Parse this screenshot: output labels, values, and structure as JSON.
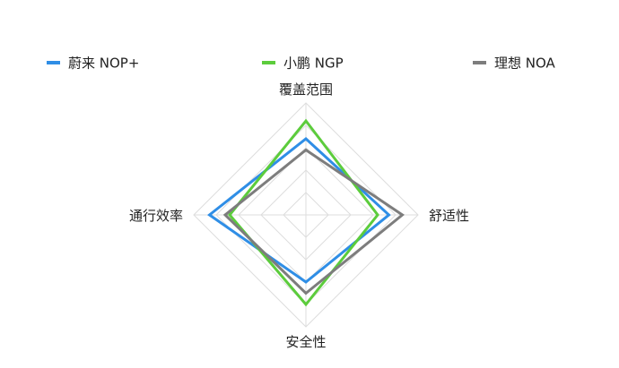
{
  "chart_data": {
    "type": "radar",
    "title": "",
    "axes": [
      "覆盖范围",
      "舒适性",
      "安全性",
      "通行效率"
    ],
    "max": 5,
    "grid_levels": 5,
    "series": [
      {
        "name": "蔚来 NOP+",
        "color": "#2f8ee6",
        "values": [
          3.4,
          3.7,
          3.0,
          4.3
        ]
      },
      {
        "name": "小鹏 NGP",
        "color": "#5ccc3c",
        "values": [
          4.2,
          3.2,
          4.0,
          3.4
        ]
      },
      {
        "name": "理想 NOA",
        "color": "#7d7d7d",
        "values": [
          2.9,
          4.3,
          3.5,
          3.6
        ]
      }
    ],
    "legend_position": "top"
  }
}
